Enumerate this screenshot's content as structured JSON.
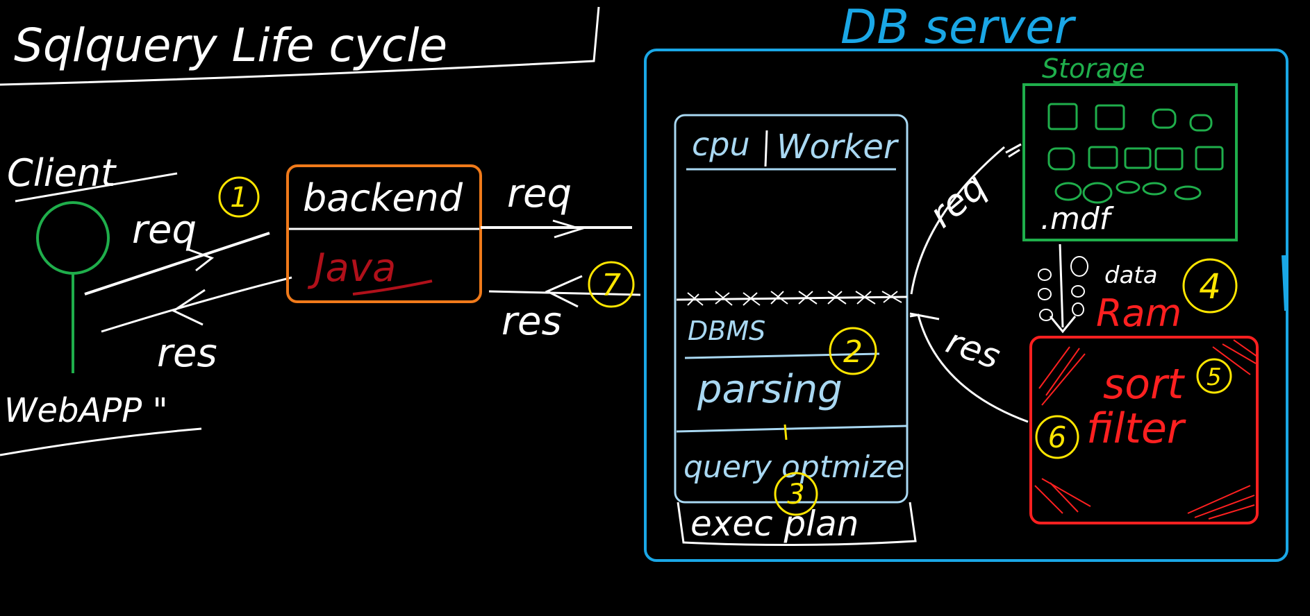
{
  "title": "Sqlquery Life cycle",
  "client": {
    "label": "Client",
    "app_label": "WebAPP \""
  },
  "backend": {
    "title": "backend",
    "lang": "Java"
  },
  "edges": {
    "req1": "req",
    "res1": "res",
    "req2": "req",
    "res2": "res",
    "req3": "req",
    "res3": "res",
    "data": "data"
  },
  "db_server": {
    "title": "DB server",
    "cpu": "cpu",
    "worker": "Worker",
    "dbms": "DBMS",
    "parsing": "parsing",
    "optimizer": "query optmize",
    "exec_plan": "exec plan",
    "storage": {
      "title": "Storage",
      "file": ".mdf"
    },
    "ram": {
      "title": "Ram",
      "sort": "sort",
      "filter": "filter"
    }
  },
  "steps": [
    "1",
    "2",
    "3",
    "4",
    "5",
    "6",
    "7"
  ],
  "colors": {
    "background": "#000000",
    "ink": "#ffffff",
    "server": "#1aa7e6",
    "cpu_box": "#a9d8f2",
    "storage": "#1fae4b",
    "ram": "#ff2020",
    "backend": "#f07a1a",
    "java": "#b0101a",
    "step": "#ffe600",
    "client": "#1fae4b"
  }
}
